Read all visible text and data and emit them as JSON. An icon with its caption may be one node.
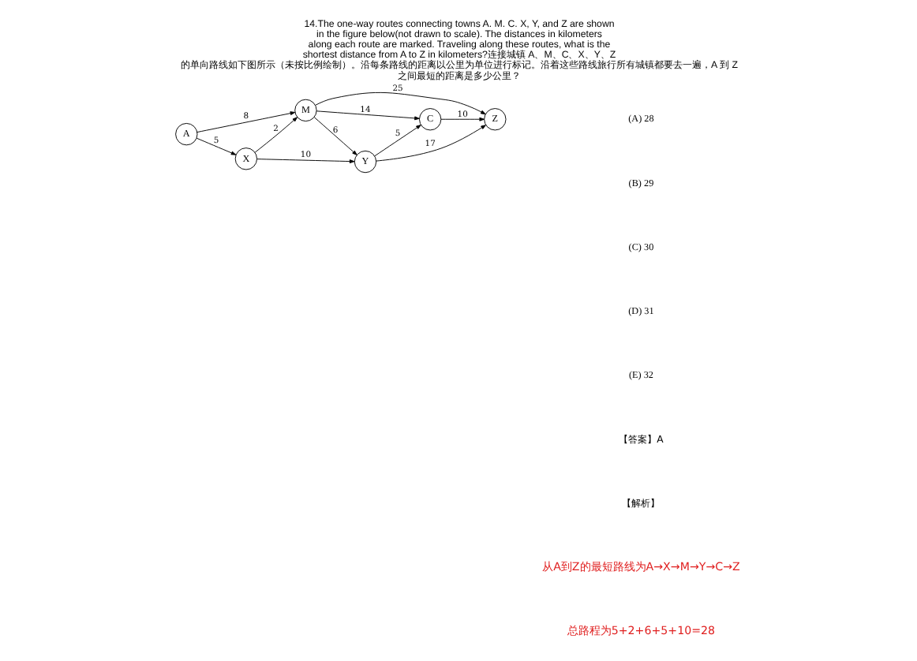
{
  "diagram": {
    "title": "14.The one-way routes connecting towns A. M. C. X, Y, and Z are shown in the figure below(not drawn to scale). The distances in kilometers along each route are marked. Traveling along these routes, what is the shortest distance from A to Z in kilometers?连接城镇 A、M、C、X、Y、Z 的单向路线如下图所示（未按比例绘制）。沿每条路线的距离以公里为单位进行标记。沿着这些路线旅行所有城镇都要去一遍，A 到 Z 之间最短的距离是多少公里？",
    "nodes": [
      {
        "text": [
          "X"
        ]
      },
      {
        "text": [
          "Y"
        ]
      },
      {
        "text": [
          "A"
        ]
      },
      {
        "text": [
          "M"
        ]
      },
      {
        "text": [
          "C"
        ]
      },
      {
        "text": [
          "Z"
        ]
      }
    ],
    "edges": [
      {
        "from": 2,
        "to": 0,
        "arrow": "to",
        "label": "5"
      },
      {
        "from": 0,
        "to": 1,
        "arrow": "to",
        "label": "10"
      },
      {
        "from": 0,
        "to": 3,
        "arrow": "to",
        "label": "2"
      },
      {
        "from": 3,
        "to": 1,
        "arrow": "to",
        "label": "6"
      },
      {
        "from": 1,
        "to": 4,
        "arrow": "to",
        "label": "5"
      },
      {
        "from": 1,
        "to": 5,
        "arrow": "to",
        "label": "17"
      },
      {
        "from": 2,
        "to": 3,
        "arrow": "to",
        "label": "8"
      },
      {
        "from": 3,
        "to": 4,
        "arrow": "to",
        "label": "14"
      },
      {
        "from": 4,
        "to": 5,
        "arrow": "to",
        "label": "10"
      },
      {
        "from": 3,
        "to": 5,
        "arrow": "to",
        "label": "25"
      }
    ],
    "labels": [
      "(A) 28",
      "(B) 29",
      "(C) 30",
      "(D) 31",
      "(E) 32",
      "【答案】A",
      "【解析】",
      "从A到Z的最短路线为A→X→M→Y→C→Z",
      "总路程为5+2+6+5+10=28"
    ]
  }
}
